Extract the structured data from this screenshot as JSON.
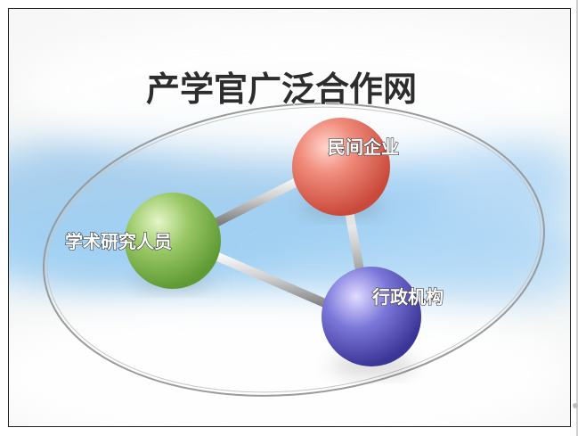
{
  "diagram": {
    "title": "产学官广泛合作网",
    "nodes": [
      {
        "id": "enterprise",
        "label": "民间企业",
        "color": "#e86f5e"
      },
      {
        "id": "researchers",
        "label": "学术研究人员",
        "color": "#8ebd57"
      },
      {
        "id": "government",
        "label": "行政机构",
        "color": "#6f6bd0"
      }
    ],
    "edges": [
      {
        "from": "researchers",
        "to": "enterprise"
      },
      {
        "from": "enterprise",
        "to": "government"
      },
      {
        "from": "researchers",
        "to": "government"
      }
    ]
  },
  "colors": {
    "background": "#f6f7f6",
    "sky_blue": "#9ec9ea",
    "ellipse_stroke": "#9a9a9a",
    "rod": "#b9b9b9",
    "title": "#2d2d2d"
  }
}
